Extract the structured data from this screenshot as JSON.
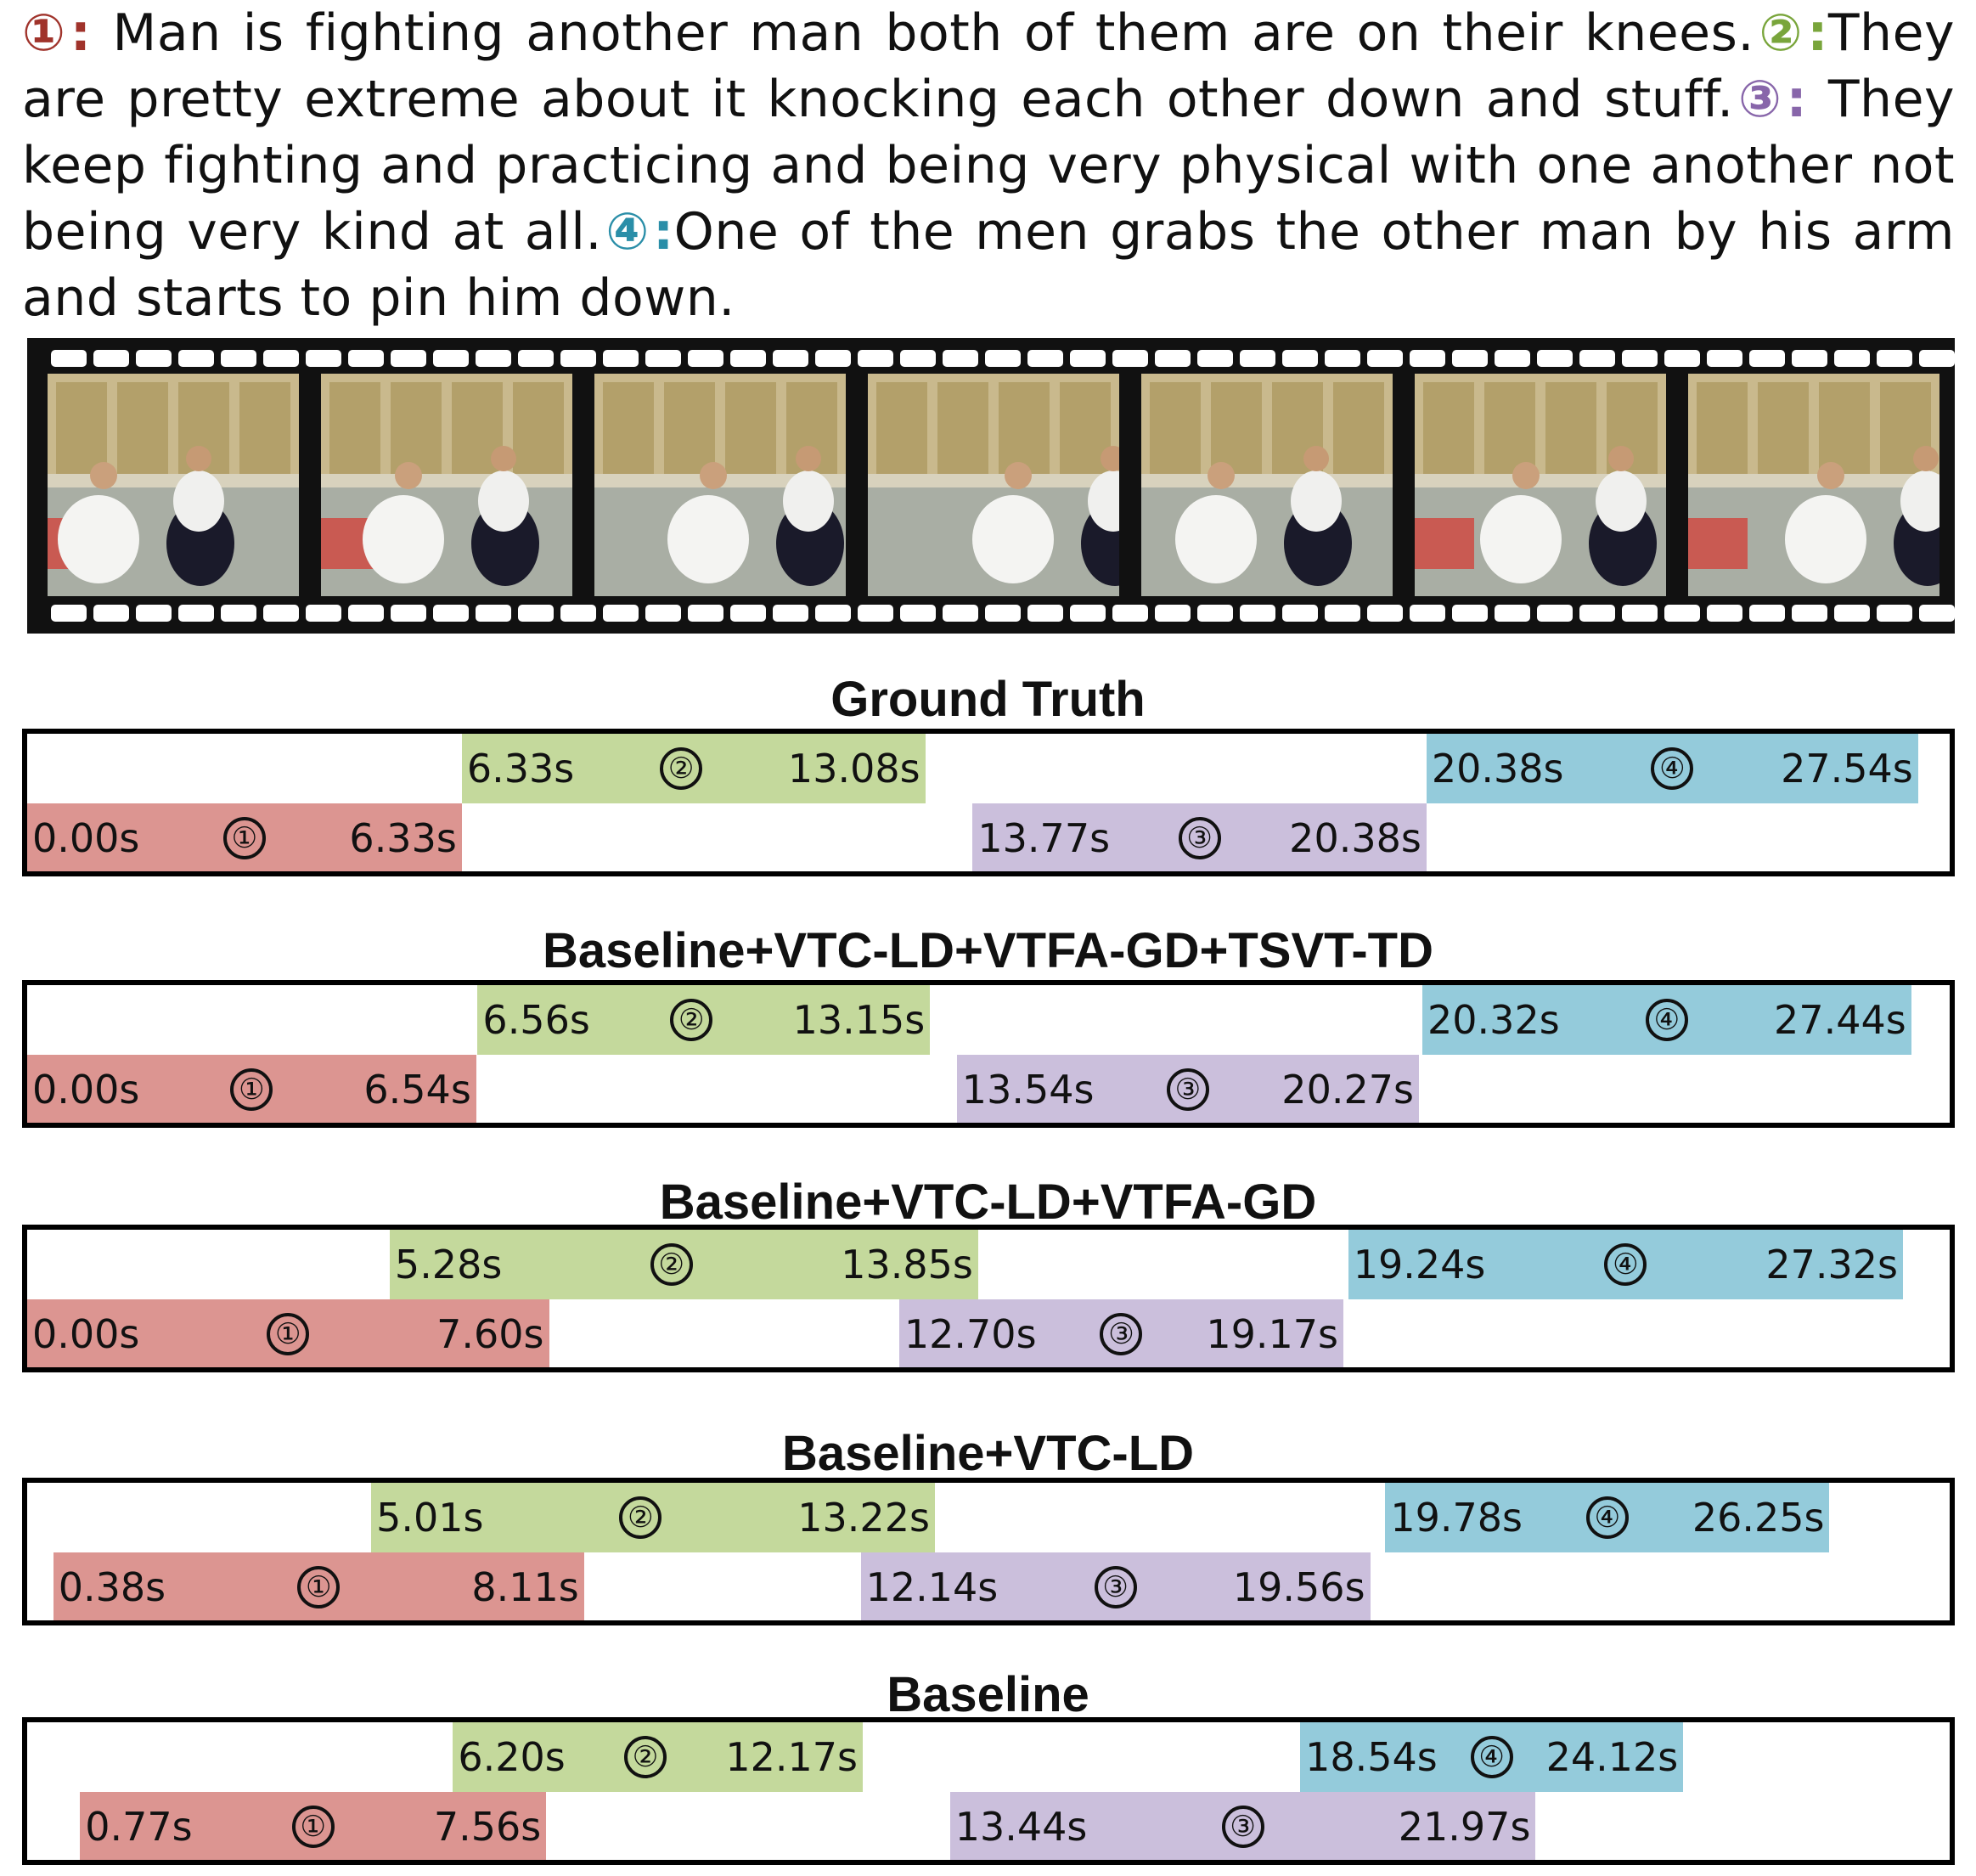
{
  "caption": {
    "segments": [
      {
        "label": "①:",
        "color": "#a0332b",
        "text": " Man is fighting another man both of them are on their knees."
      },
      {
        "label": "②:",
        "color": "#79a53b",
        "text": "They are pretty extreme about it knocking each other down and stuff."
      },
      {
        "label": "③:",
        "color": "#8866aa",
        "text": " They keep fighting and practicing and being very physical with one another not being very kind at all."
      },
      {
        "label": "④:",
        "color": "#2a8ea8",
        "text": "One of the men grabs the other man by his arm and starts to pin him down."
      }
    ]
  },
  "colors": {
    "event1": "#dc9591",
    "event2": "#c4d99c",
    "event3": "#cbbfdc",
    "event4": "#94cbdb"
  },
  "filmstrip": {
    "frames": [
      {
        "icon": "video-frame-1-icon"
      },
      {
        "icon": "video-frame-2-icon"
      },
      {
        "icon": "video-frame-3-icon"
      },
      {
        "icon": "video-frame-4-icon"
      },
      {
        "icon": "video-frame-5-icon"
      },
      {
        "icon": "video-frame-6-icon"
      },
      {
        "icon": "video-frame-7-icon"
      }
    ]
  },
  "chart_data": {
    "type": "timeline",
    "x_unit": "s",
    "panels": [
      {
        "title": "Ground Truth",
        "events": [
          {
            "id": "①",
            "start": 0.0,
            "end": 6.33,
            "start_label": "0.00s",
            "end_label": "6.33s"
          },
          {
            "id": "②",
            "start": 6.33,
            "end": 13.08,
            "start_label": "6.33s",
            "end_label": "13.08s"
          },
          {
            "id": "③",
            "start": 13.77,
            "end": 20.38,
            "start_label": "13.77s",
            "end_label": "20.38s"
          },
          {
            "id": "④",
            "start": 20.38,
            "end": 27.54,
            "start_label": "20.38s",
            "end_label": "27.54s"
          }
        ]
      },
      {
        "title": "Baseline+VTC-LD+VTFA-GD+TSVT-TD",
        "events": [
          {
            "id": "①",
            "start": 0.0,
            "end": 6.54,
            "start_label": "0.00s",
            "end_label": "6.54s"
          },
          {
            "id": "②",
            "start": 6.56,
            "end": 13.15,
            "start_label": "6.56s",
            "end_label": "13.15s"
          },
          {
            "id": "③",
            "start": 13.54,
            "end": 20.27,
            "start_label": "13.54s",
            "end_label": "20.27s"
          },
          {
            "id": "④",
            "start": 20.32,
            "end": 27.44,
            "start_label": "20.32s",
            "end_label": "27.44s"
          }
        ]
      },
      {
        "title": "Baseline+VTC-LD+VTFA-GD",
        "events": [
          {
            "id": "①",
            "start": 0.0,
            "end": 7.6,
            "start_label": "0.00s",
            "end_label": "7.60s"
          },
          {
            "id": "②",
            "start": 5.28,
            "end": 13.85,
            "start_label": "5.28s",
            "end_label": "13.85s"
          },
          {
            "id": "③",
            "start": 12.7,
            "end": 19.17,
            "start_label": "12.70s",
            "end_label": "19.17s"
          },
          {
            "id": "④",
            "start": 19.24,
            "end": 27.32,
            "start_label": "19.24s",
            "end_label": "27.32s"
          }
        ]
      },
      {
        "title": "Baseline+VTC-LD",
        "events": [
          {
            "id": "①",
            "start": 0.38,
            "end": 8.11,
            "start_label": "0.38s",
            "end_label": "8.11s"
          },
          {
            "id": "②",
            "start": 5.01,
            "end": 13.22,
            "start_label": "5.01s",
            "end_label": "13.22s"
          },
          {
            "id": "③",
            "start": 12.14,
            "end": 19.56,
            "start_label": "12.14s",
            "end_label": "19.56s"
          },
          {
            "id": "④",
            "start": 19.78,
            "end": 26.25,
            "start_label": "19.78s",
            "end_label": "26.25s"
          }
        ]
      },
      {
        "title": "Baseline",
        "events": [
          {
            "id": "①",
            "start": 0.77,
            "end": 7.56,
            "start_label": "0.77s",
            "end_label": "7.56s"
          },
          {
            "id": "②",
            "start": 6.2,
            "end": 12.17,
            "start_label": "6.20s",
            "end_label": "12.17s"
          },
          {
            "id": "③",
            "start": 13.44,
            "end": 21.97,
            "start_label": "13.44s",
            "end_label": "21.97s"
          },
          {
            "id": "④",
            "start": 18.54,
            "end": 24.12,
            "start_label": "18.54s",
            "end_label": "24.12s"
          }
        ]
      }
    ]
  }
}
